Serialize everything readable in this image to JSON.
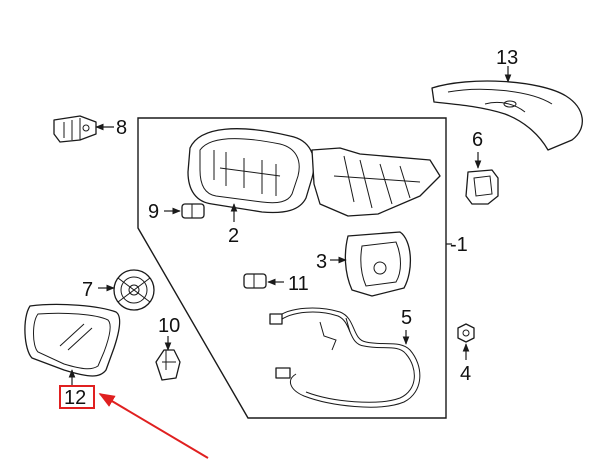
{
  "diagram": {
    "callouts": [
      {
        "id": "1",
        "text": "-1"
      },
      {
        "id": "2",
        "text": "2"
      },
      {
        "id": "3",
        "text": "3"
      },
      {
        "id": "4",
        "text": "4"
      },
      {
        "id": "5",
        "text": "5"
      },
      {
        "id": "6",
        "text": "6"
      },
      {
        "id": "7",
        "text": "7"
      },
      {
        "id": "8",
        "text": "8"
      },
      {
        "id": "9",
        "text": "9"
      },
      {
        "id": "10",
        "text": "10"
      },
      {
        "id": "11",
        "text": "11"
      },
      {
        "id": "12",
        "text": "12"
      },
      {
        "id": "13",
        "text": "13"
      }
    ],
    "highlight": {
      "part": "12",
      "color": "#e02020"
    },
    "line_color": "#1a1a1a",
    "background": "#ffffff"
  }
}
